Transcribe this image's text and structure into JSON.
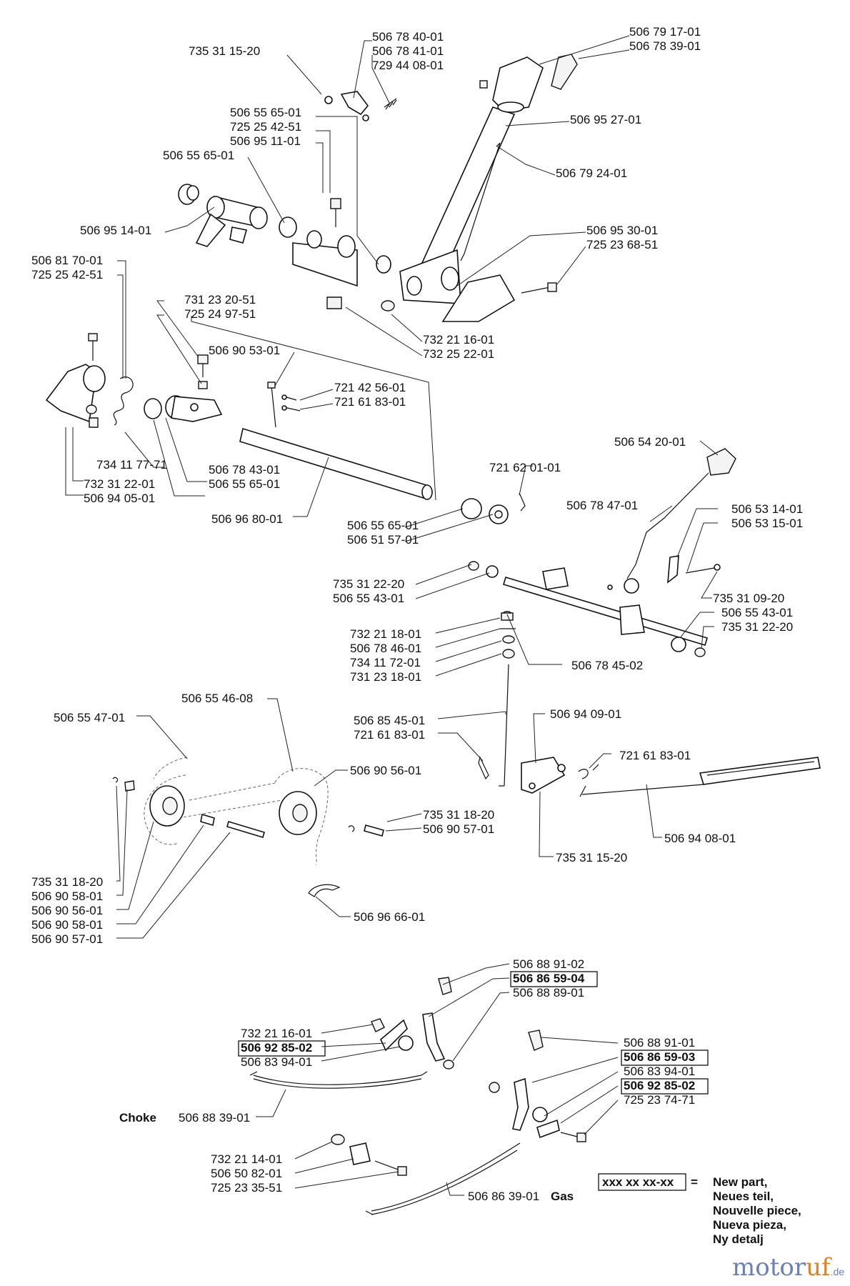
{
  "labels": [
    {
      "id": "l01",
      "text": "735 31 15-20"
    },
    {
      "id": "l02",
      "text": "506 78 40-01"
    },
    {
      "id": "l03",
      "text": "506 78 41-01"
    },
    {
      "id": "l04",
      "text": "729 44 08-01"
    },
    {
      "id": "l05",
      "text": "506 79 17-01"
    },
    {
      "id": "l06",
      "text": "506 78 39-01"
    },
    {
      "id": "l07",
      "text": "506 55 65-01"
    },
    {
      "id": "l08",
      "text": "725 25 42-51"
    },
    {
      "id": "l09",
      "text": "506 95 11-01"
    },
    {
      "id": "l10",
      "text": "506 95 27-01"
    },
    {
      "id": "l11",
      "text": "506 55 65-01"
    },
    {
      "id": "l12",
      "text": "506 79 24-01"
    },
    {
      "id": "l13",
      "text": "506 95 14-01"
    },
    {
      "id": "l14",
      "text": "506 95 30-01"
    },
    {
      "id": "l15",
      "text": "725 23 68-51"
    },
    {
      "id": "l16",
      "text": "506 81 70-01"
    },
    {
      "id": "l17",
      "text": "725 25 42-51"
    },
    {
      "id": "l18",
      "text": "731 23 20-51"
    },
    {
      "id": "l19",
      "text": "725 24 97-51"
    },
    {
      "id": "l20",
      "text": "732 21 16-01"
    },
    {
      "id": "l21",
      "text": "732 25 22-01"
    },
    {
      "id": "l22",
      "text": "506 90 53-01"
    },
    {
      "id": "l23",
      "text": "721 42 56-01"
    },
    {
      "id": "l24",
      "text": "721 61 83-01"
    },
    {
      "id": "l25",
      "text": "734 11 77-71"
    },
    {
      "id": "l26",
      "text": "506 78 43-01"
    },
    {
      "id": "l27",
      "text": "732 31 22-01"
    },
    {
      "id": "l28",
      "text": "506 55 65-01"
    },
    {
      "id": "l29",
      "text": "506 94 05-01"
    },
    {
      "id": "l30",
      "text": "506 54 20-01"
    },
    {
      "id": "l31",
      "text": "721 62 01-01"
    },
    {
      "id": "l32",
      "text": "506 78 47-01"
    },
    {
      "id": "l33",
      "text": "506 96 80-01"
    },
    {
      "id": "l34",
      "text": "506 55 65-01"
    },
    {
      "id": "l35",
      "text": "506 51 57-01"
    },
    {
      "id": "l36",
      "text": "506 53 14-01"
    },
    {
      "id": "l37",
      "text": "506 53 15-01"
    },
    {
      "id": "l38",
      "text": "735 31 22-20"
    },
    {
      "id": "l39",
      "text": "506 55 43-01"
    },
    {
      "id": "l40",
      "text": "735 31 09-20"
    },
    {
      "id": "l41",
      "text": "506 55 43-01"
    },
    {
      "id": "l42",
      "text": "735 31 22-20"
    },
    {
      "id": "l43",
      "text": "732 21 18-01"
    },
    {
      "id": "l44",
      "text": "506 78 46-01"
    },
    {
      "id": "l45",
      "text": "734 11 72-01"
    },
    {
      "id": "l46",
      "text": "731 23 18-01"
    },
    {
      "id": "l47",
      "text": "506 78 45-02"
    },
    {
      "id": "l48",
      "text": "506 55 46-08"
    },
    {
      "id": "l49",
      "text": "506 55 47-01"
    },
    {
      "id": "l50",
      "text": "506 94 09-01"
    },
    {
      "id": "l51",
      "text": "506 85 45-01"
    },
    {
      "id": "l52",
      "text": "721 61 83-01"
    },
    {
      "id": "l53",
      "text": "721 61 83-01"
    },
    {
      "id": "l54",
      "text": "506 90 56-01"
    },
    {
      "id": "l55",
      "text": "735 31 18-20"
    },
    {
      "id": "l56",
      "text": "506 90 57-01"
    },
    {
      "id": "l57",
      "text": "506 94 08-01"
    },
    {
      "id": "l58",
      "text": "735 31 15-20"
    },
    {
      "id": "l59",
      "text": "735 31 18-20"
    },
    {
      "id": "l60",
      "text": "506 90 58-01"
    },
    {
      "id": "l61",
      "text": "506 90 56-01"
    },
    {
      "id": "l62",
      "text": "506 90 58-01"
    },
    {
      "id": "l63",
      "text": "506 90 57-01"
    },
    {
      "id": "l64",
      "text": "506 96 66-01"
    },
    {
      "id": "l65",
      "text": "506 88 91-02"
    },
    {
      "id": "l66",
      "text": "506 86 59-04"
    },
    {
      "id": "l67",
      "text": "506 88 89-01"
    },
    {
      "id": "l68",
      "text": "732 21 16-01"
    },
    {
      "id": "l69",
      "text": "506 92 85-02"
    },
    {
      "id": "l70",
      "text": "506 83 94-01"
    },
    {
      "id": "l71",
      "text": "506 88 91-01"
    },
    {
      "id": "l72",
      "text": "506 86 59-03"
    },
    {
      "id": "l73",
      "text": "506 83 94-01"
    },
    {
      "id": "l74",
      "text": "506 92 85-02"
    },
    {
      "id": "l75",
      "text": "725 23 74-71"
    },
    {
      "id": "l76",
      "text": "506 88 39-01"
    },
    {
      "id": "l77",
      "text": "732 21 14-01"
    },
    {
      "id": "l78",
      "text": "506 50 82-01"
    },
    {
      "id": "l79",
      "text": "725 23 35-51"
    },
    {
      "id": "l80",
      "text": "506 86 39-01"
    }
  ],
  "choke_label": "Choke",
  "gas_label": "Gas",
  "legend": {
    "code": "xxx xx xx-xx",
    "equals": "=",
    "lines": [
      "New part,",
      "Neues teil,",
      "Nouvelle piece,",
      "Nueva pieza,",
      "Ny detalj"
    ]
  },
  "watermark": {
    "part1": "motor",
    "part2": "uf",
    "suffix": ".de"
  }
}
